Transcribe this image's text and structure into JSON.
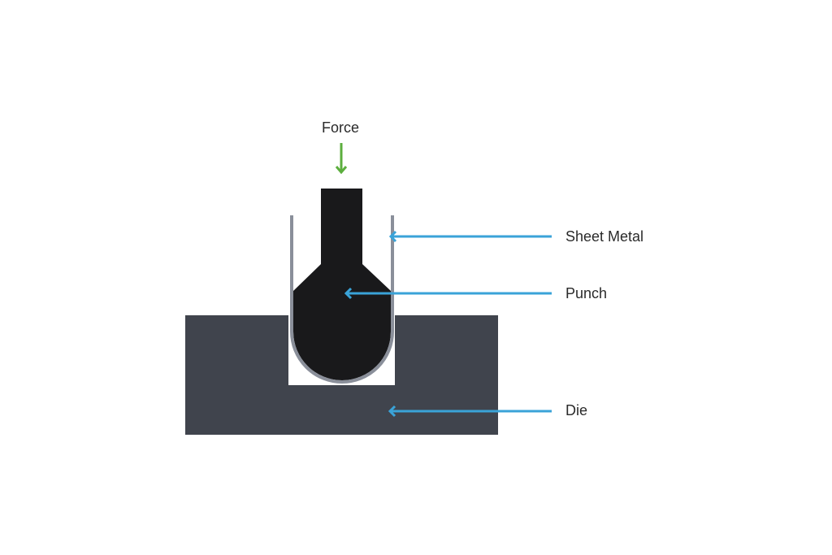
{
  "labels": {
    "force": "Force",
    "sheet_metal": "Sheet Metal",
    "punch": "Punch",
    "die": "Die"
  },
  "colors": {
    "die": "#40444d",
    "punch": "#19191b",
    "sheet_metal": "#8a8f9a",
    "force_arrow": "#5cae3e",
    "leader": "#3aa3d8"
  }
}
